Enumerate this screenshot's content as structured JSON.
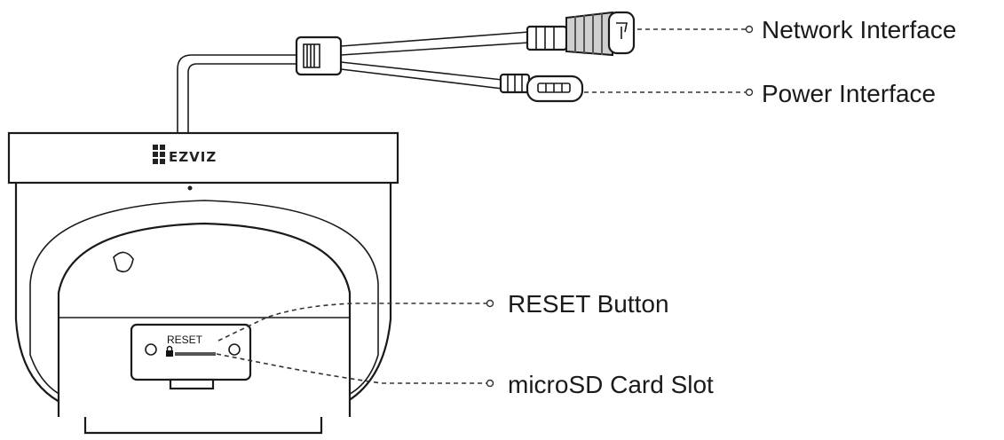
{
  "brand": {
    "logo_text": "EZVIZ"
  },
  "labels": {
    "network_interface": "Network Interface",
    "power_interface": "Power Interface",
    "reset_button": "RESET Button",
    "microsd_card_slot": "microSD Card Slot"
  },
  "panel": {
    "reset_text": "RESET"
  }
}
